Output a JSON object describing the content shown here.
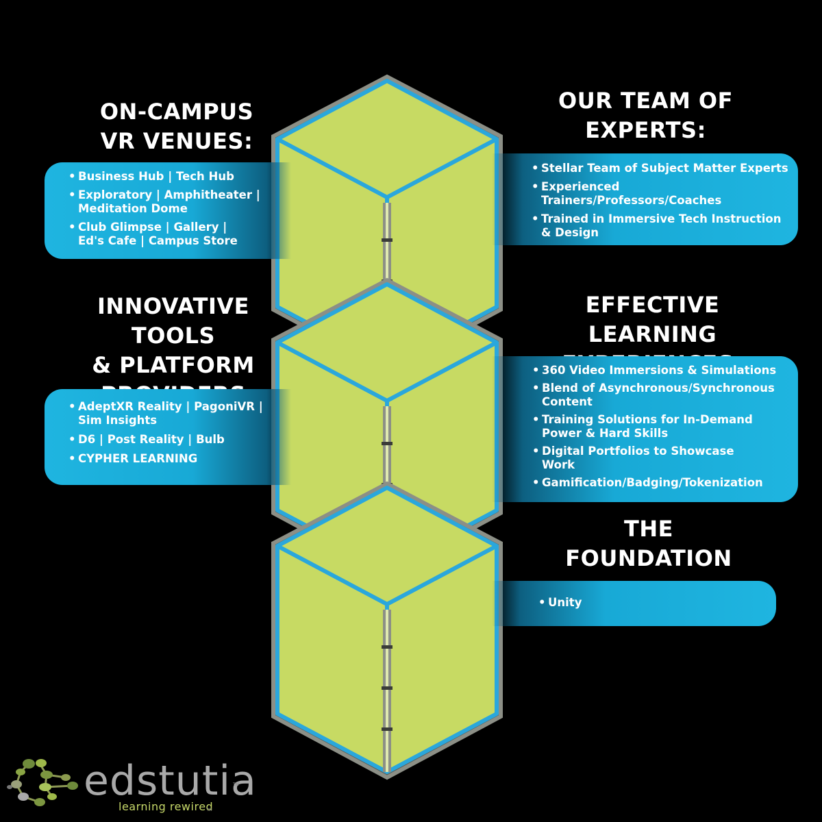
{
  "sections": {
    "venues": {
      "title": "ON-CAMPUS\nVR VENUES:",
      "items": [
        "Business Hub | Tech Hub",
        "Exploratory | Amphitheater |\nMeditation Dome",
        "Club Glimpse | Gallery |\nEd's Cafe | Campus Store"
      ]
    },
    "experts": {
      "title": "OUR TEAM OF\nEXPERTS:",
      "items": [
        "Stellar Team of Subject Matter Experts",
        "Experienced Trainers/Professors/Coaches",
        "Trained in Immersive Tech Instruction\n& Design"
      ]
    },
    "tools": {
      "title": "INNOVATIVE TOOLS\n& PLATFORM\nPROVIDERS",
      "items": [
        "AdeptXR Reality | PagoniVR |\nSim Insights",
        "D6 | Post Reality | Bulb",
        "CYPHER LEARNING"
      ]
    },
    "learning": {
      "title": "EFFECTIVE LEARNING\nEXPERIENCES:",
      "items": [
        "360 Video Immersions & Simulations",
        "Blend of Asynchronous/Synchronous\nContent",
        "Training Solutions for In-Demand\nPower & Hard Skills",
        "Digital Portfolios to Showcase\nWork",
        "Gamification/Badging/Tokenization"
      ]
    },
    "foundation": {
      "title": "THE\nFOUNDATION",
      "items": [
        "Unity"
      ]
    }
  },
  "logo": {
    "name": "edstutia",
    "tagline": "learning rewired",
    "tm": "TM"
  },
  "colors": {
    "background": "#000000",
    "cube_face": "#c7da63",
    "cube_edge": "#2aa7dc",
    "cube_seam": "#8c8f86",
    "panel": "#1fb5e0",
    "text": "#ffffff",
    "logo_text": "#a9a9a9",
    "logo_tagline": "#c7d96a"
  }
}
